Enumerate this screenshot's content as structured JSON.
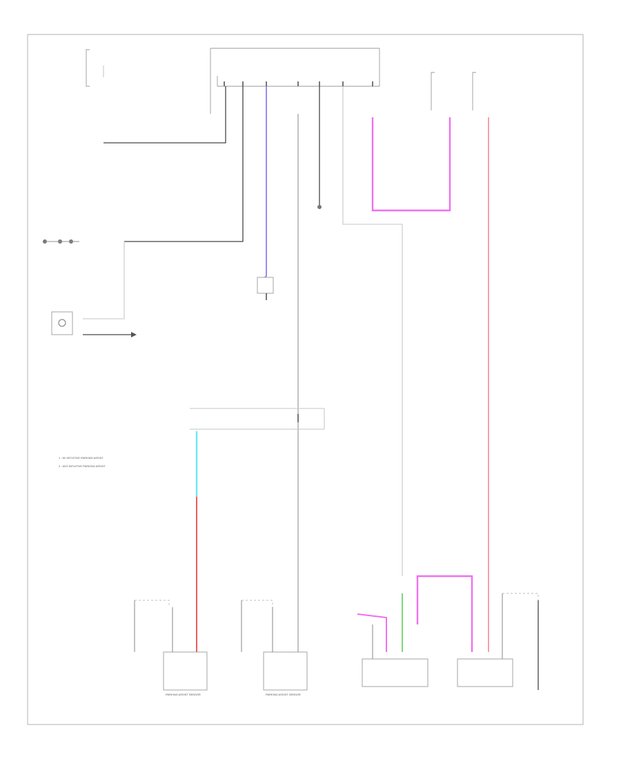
{
  "labels": {
    "legend_1": "1 : W/ INTUITIVE PARKING ASSIST",
    "legend_2": "2 : W/O INTUITIVE PARKING ASSIST",
    "ecu_bottom_1_name": "PARKING ASSIST SENSOR",
    "ecu_bottom_2_name": "PARKING ASSIST SENSOR"
  },
  "colors": {
    "blue": "#9a8cf0",
    "magenta": "#f06ef0",
    "pink": "#f5a0b0",
    "cyan": "#6ee8ee",
    "red": "#f05a5a",
    "green": "#7ad87a",
    "gray": "#8f8f8f"
  }
}
